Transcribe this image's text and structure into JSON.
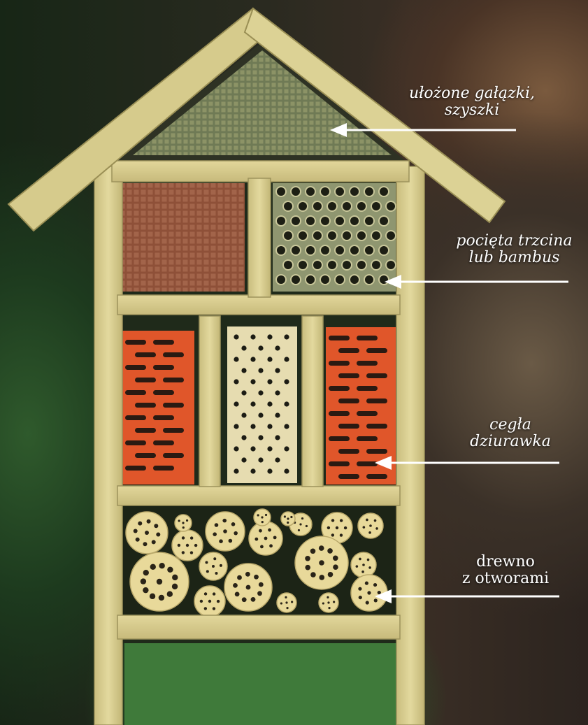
{
  "labels": {
    "twigs": {
      "line1": "ułożone gałązki,",
      "line2": "szyszki"
    },
    "reed": {
      "line1": "pocięta trzcina",
      "line2": "lub bambus"
    },
    "brick": {
      "line1": "cegła",
      "line2": "dziurawka"
    },
    "wood": {
      "line1": "drewno",
      "line2": "z otworami"
    }
  },
  "colors": {
    "frame": "#d9cf93",
    "brick": "#e0562a",
    "arrow": "#ffffff"
  }
}
